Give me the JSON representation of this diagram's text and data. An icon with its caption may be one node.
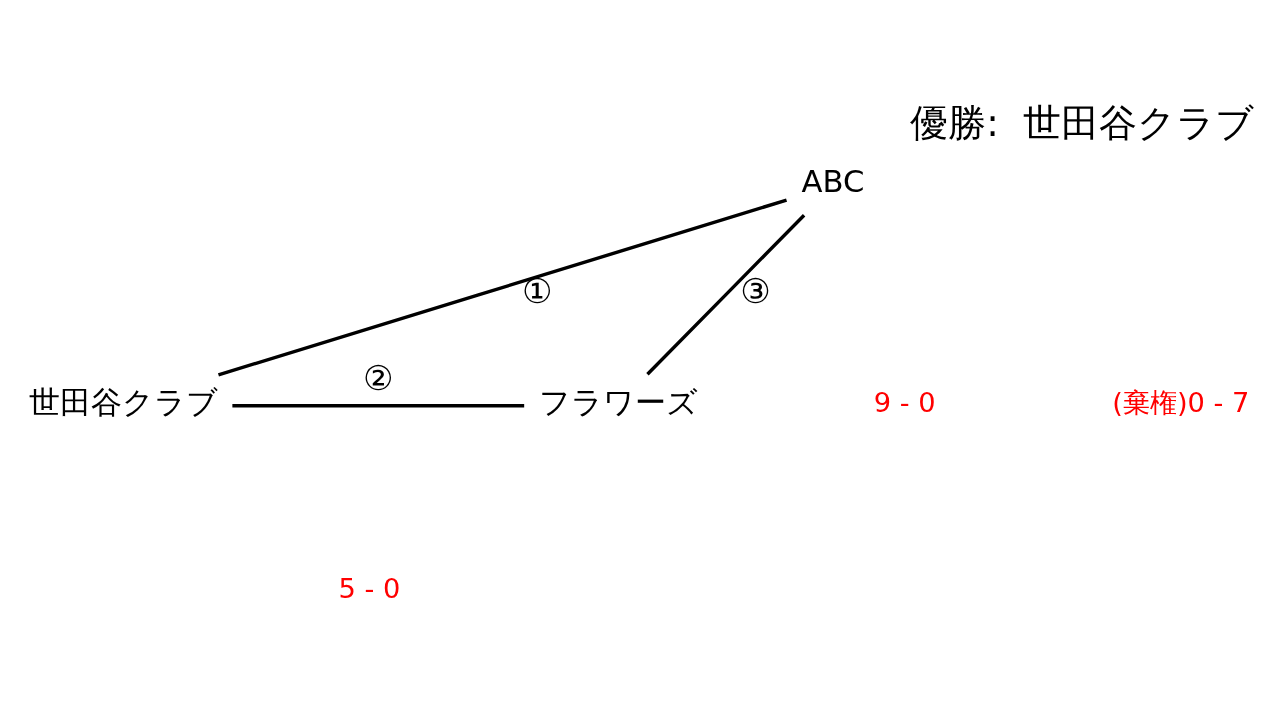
{
  "diagram": {
    "title": "優勝:  世田谷クラブ",
    "nodes": [
      {
        "text": [
          "ABC"
        ]
      },
      {
        "text": [
          "世田谷クラブ"
        ]
      },
      {
        "text": [
          "フラワーズ"
        ]
      }
    ],
    "edges": [
      {
        "from": 0,
        "to": 1,
        "arrow": "none",
        "label": "①"
      },
      {
        "from": 1,
        "to": 2,
        "arrow": "none",
        "label": "②"
      },
      {
        "from": 0,
        "to": 2,
        "arrow": "none",
        "label": "③"
      }
    ],
    "labels": [
      "9 - 0",
      "(棄権)0 - 7",
      "5 - 0"
    ]
  }
}
